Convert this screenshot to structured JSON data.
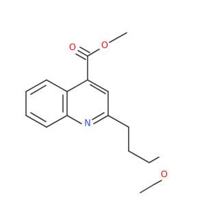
{
  "molecule": {
    "atoms": [
      {
        "id": "o_carbonyl",
        "label": "O",
        "color": "#ff0d0d"
      },
      {
        "id": "o_ester",
        "label": "O",
        "color": "#ff0d0d"
      },
      {
        "id": "n_ring",
        "label": "N",
        "color": "#3050f8"
      },
      {
        "id": "o_ether",
        "label": "O",
        "color": "#ff0d0d"
      }
    ],
    "bond_color": "#3a3a3a",
    "background": "#ffffff"
  }
}
